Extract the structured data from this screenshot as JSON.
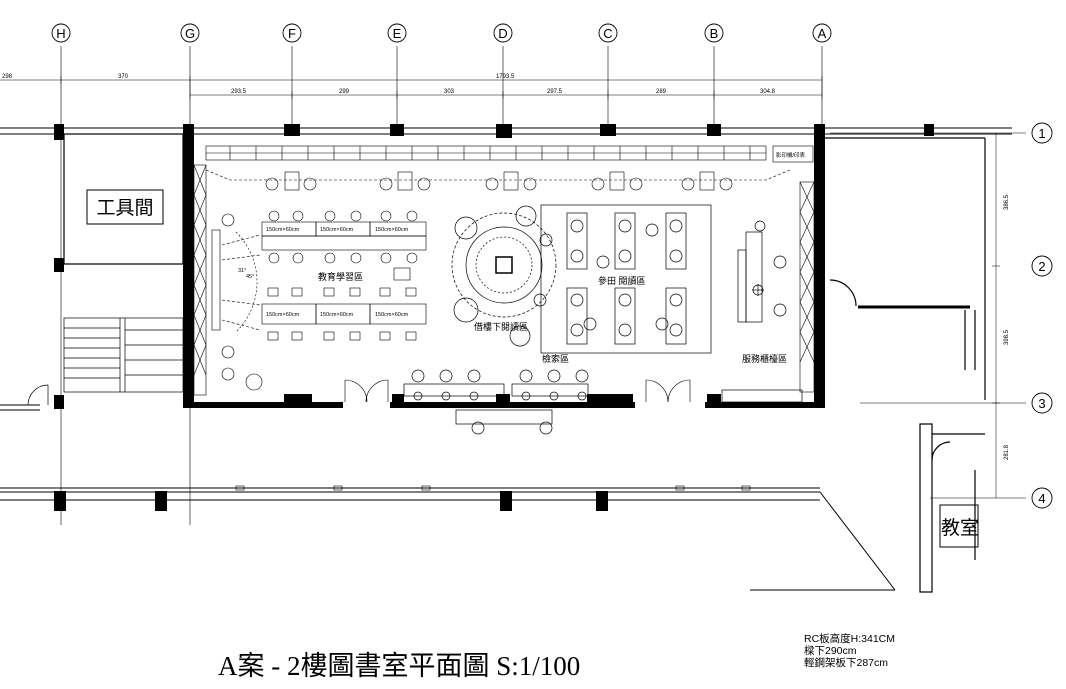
{
  "grid": {
    "columns": [
      "H",
      "G",
      "F",
      "E",
      "D",
      "C",
      "B",
      "A"
    ],
    "rows": [
      "1",
      "2",
      "3",
      "4"
    ]
  },
  "dimensions": {
    "overall": [
      "298",
      "370",
      "1793.5"
    ],
    "spans": [
      "293.5",
      "299",
      "303",
      "297.5",
      "289",
      "304.8"
    ],
    "vertical": [
      "386.5",
      "398.5",
      "281.8"
    ]
  },
  "zones": {
    "education": "教育學習區",
    "stair_reading": "借樓下閱讀區",
    "reference": "參田 閱讀區",
    "search": "檢索區",
    "service": "服務櫃檯區",
    "desk_plaque": "影印機/印表"
  },
  "tables": [
    "150cm×60cm",
    "150cm×60cm",
    "150cm×60cm",
    "150cm×60cm",
    "150cm×60cm",
    "150cm×60cm"
  ],
  "angles": [
    "31°",
    "45°"
  ],
  "rooms": {
    "tool_room": "工具間",
    "classroom": "教室"
  },
  "title": "A案 - 2樓圖書室平面圖  S:1/100",
  "notes": [
    "RC板高度H:341CM",
    "樑下290cm",
    "輕鋼架板下287cm"
  ]
}
